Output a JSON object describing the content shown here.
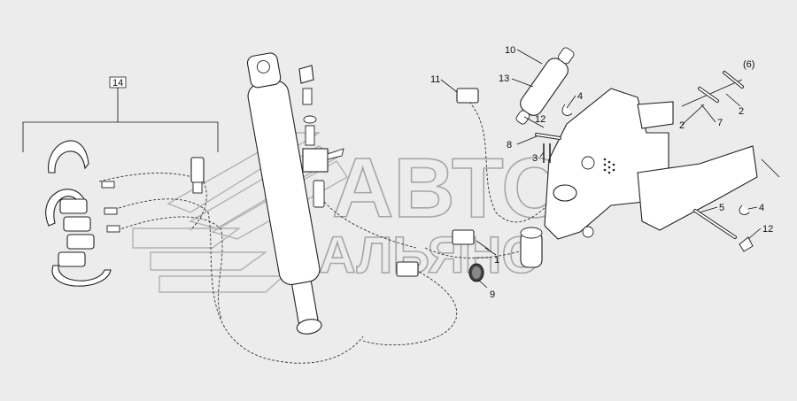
{
  "watermark": {
    "line1": "АВТО",
    "line2": "АЛЬЯНС"
  },
  "callouts": [
    {
      "id": "c14",
      "text": "14"
    },
    {
      "id": "c10",
      "text": "10"
    },
    {
      "id": "c13",
      "text": "13"
    },
    {
      "id": "c11",
      "text": "11"
    },
    {
      "id": "c4a",
      "text": "4"
    },
    {
      "id": "c12a",
      "text": "12"
    },
    {
      "id": "c8",
      "text": "8"
    },
    {
      "id": "c3",
      "text": "3"
    },
    {
      "id": "c6",
      "text": "(6)"
    },
    {
      "id": "c2a",
      "text": "2"
    },
    {
      "id": "c7",
      "text": "7"
    },
    {
      "id": "c2b",
      "text": "2"
    },
    {
      "id": "c5",
      "text": "5"
    },
    {
      "id": "c4b",
      "text": "4"
    },
    {
      "id": "c12b",
      "text": "12"
    },
    {
      "id": "c1",
      "text": "1"
    },
    {
      "id": "c9",
      "text": "9"
    }
  ]
}
